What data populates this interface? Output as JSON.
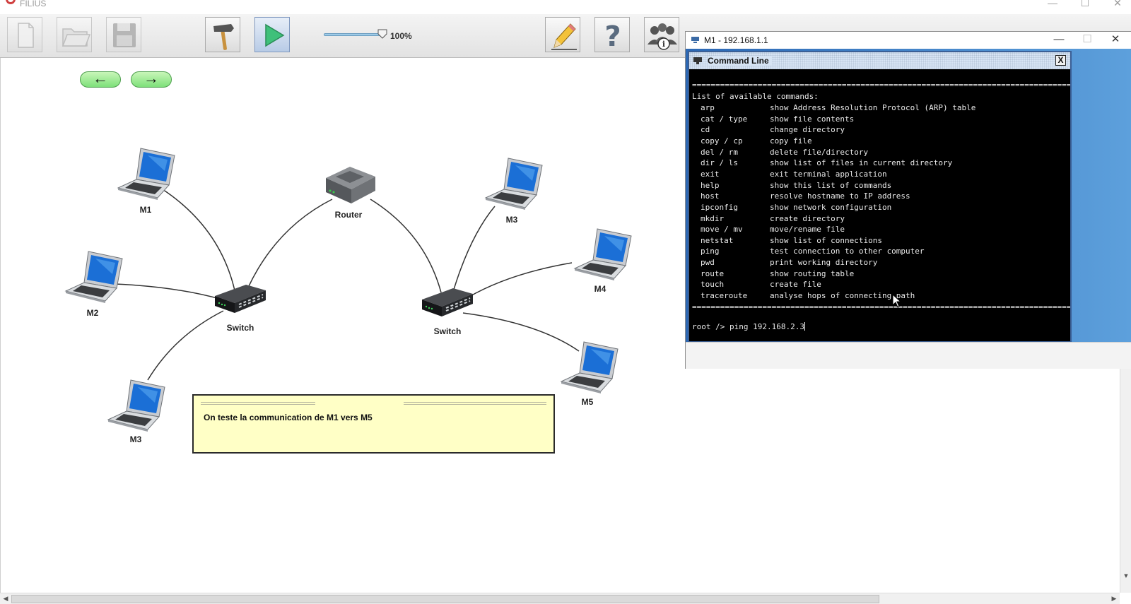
{
  "app": {
    "title": "FILIUS"
  },
  "window_controls": {
    "minimize": "—",
    "maximize": "☐",
    "close": "✕"
  },
  "toolbar": {
    "buttons": [
      {
        "name": "new-file-button",
        "icon": "new-file-icon",
        "enabled": false
      },
      {
        "name": "open-folder-button",
        "icon": "folder-icon",
        "enabled": false
      },
      {
        "name": "save-button",
        "icon": "floppy-disk-icon",
        "enabled": false
      },
      {
        "name": "design-mode-button",
        "icon": "hammer-icon",
        "enabled": true
      },
      {
        "name": "simulation-mode-button",
        "icon": "play-icon",
        "enabled": true,
        "active": true
      },
      {
        "name": "documentation-button",
        "icon": "pencil-icon",
        "enabled": true
      },
      {
        "name": "help-button",
        "icon": "question-mark-icon",
        "enabled": true
      },
      {
        "name": "about-button",
        "icon": "info-users-icon",
        "enabled": true
      }
    ],
    "zoom": {
      "label": "100%",
      "value": 100
    }
  },
  "canvas": {
    "nav": {
      "back": "←",
      "forward": "→"
    },
    "nodes": [
      {
        "id": "m1",
        "type": "laptop",
        "label": "M1"
      },
      {
        "id": "m2",
        "type": "laptop",
        "label": "M2"
      },
      {
        "id": "m3a",
        "type": "laptop",
        "label": "M3"
      },
      {
        "id": "router",
        "type": "router",
        "label": "Router"
      },
      {
        "id": "m3b",
        "type": "laptop",
        "label": "M3"
      },
      {
        "id": "m4",
        "type": "laptop",
        "label": "M4"
      },
      {
        "id": "m5",
        "type": "laptop",
        "label": "M5"
      },
      {
        "id": "sw1",
        "type": "switch",
        "label": "Switch"
      },
      {
        "id": "sw2",
        "type": "switch",
        "label": "Switch"
      }
    ],
    "note": {
      "text": "On teste la communication de M1 vers M5"
    }
  },
  "terminal_window": {
    "title": "M1 - 192.168.1.1",
    "inner_title": "Command Line",
    "close_label": "X",
    "separator": "=================================================================================",
    "header": "List of available commands:",
    "commands": [
      {
        "cmd": "arp",
        "desc": "show Address Resolution Protocol (ARP) table"
      },
      {
        "cmd": "cat / type",
        "desc": "show file contents"
      },
      {
        "cmd": "cd",
        "desc": "change directory"
      },
      {
        "cmd": "copy / cp",
        "desc": "copy file"
      },
      {
        "cmd": "del / rm",
        "desc": "delete file/directory"
      },
      {
        "cmd": "dir / ls",
        "desc": "show list of files in current directory"
      },
      {
        "cmd": "exit",
        "desc": "exit terminal application"
      },
      {
        "cmd": "help",
        "desc": "show this list of commands"
      },
      {
        "cmd": "host",
        "desc": "resolve hostname to IP address"
      },
      {
        "cmd": "ipconfig",
        "desc": "show network configuration"
      },
      {
        "cmd": "mkdir",
        "desc": "create directory"
      },
      {
        "cmd": "move / mv",
        "desc": "move/rename file"
      },
      {
        "cmd": "netstat",
        "desc": "show list of connections"
      },
      {
        "cmd": "ping",
        "desc": "test connection to other computer"
      },
      {
        "cmd": "pwd",
        "desc": "print working directory"
      },
      {
        "cmd": "route",
        "desc": "show routing table"
      },
      {
        "cmd": "touch",
        "desc": "create file"
      },
      {
        "cmd": "traceroute",
        "desc": "analyse hops of connecting path"
      }
    ],
    "prompt": "root />",
    "input": "ping 192.168.2.3"
  },
  "colors": {
    "terminal_bg": "#000000",
    "terminal_fg": "#eaeaea",
    "note_bg": "#ffffc6",
    "accent_blue": "#2c68b4"
  }
}
